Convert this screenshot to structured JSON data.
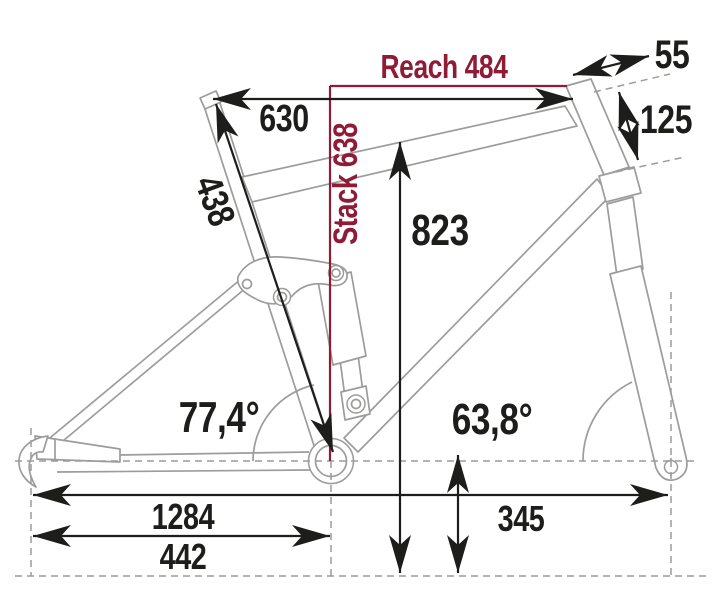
{
  "diagram": {
    "type": "bike-frame-geometry-drawing",
    "accent_color": "#8f1b37",
    "ink_color": "#1d1d1b",
    "frame_color": "#9c9c9b"
  },
  "labels": {
    "reach": "Reach 484",
    "stack": "Stack 638",
    "top_tube": "630",
    "seat_tube": "438",
    "standover": "823",
    "stem_offset": "55",
    "head_tube": "125",
    "wheelbase": "1284",
    "chainstay": "442",
    "bb_height": "345",
    "seat_angle": "77,4°",
    "head_angle": "63,8°"
  }
}
